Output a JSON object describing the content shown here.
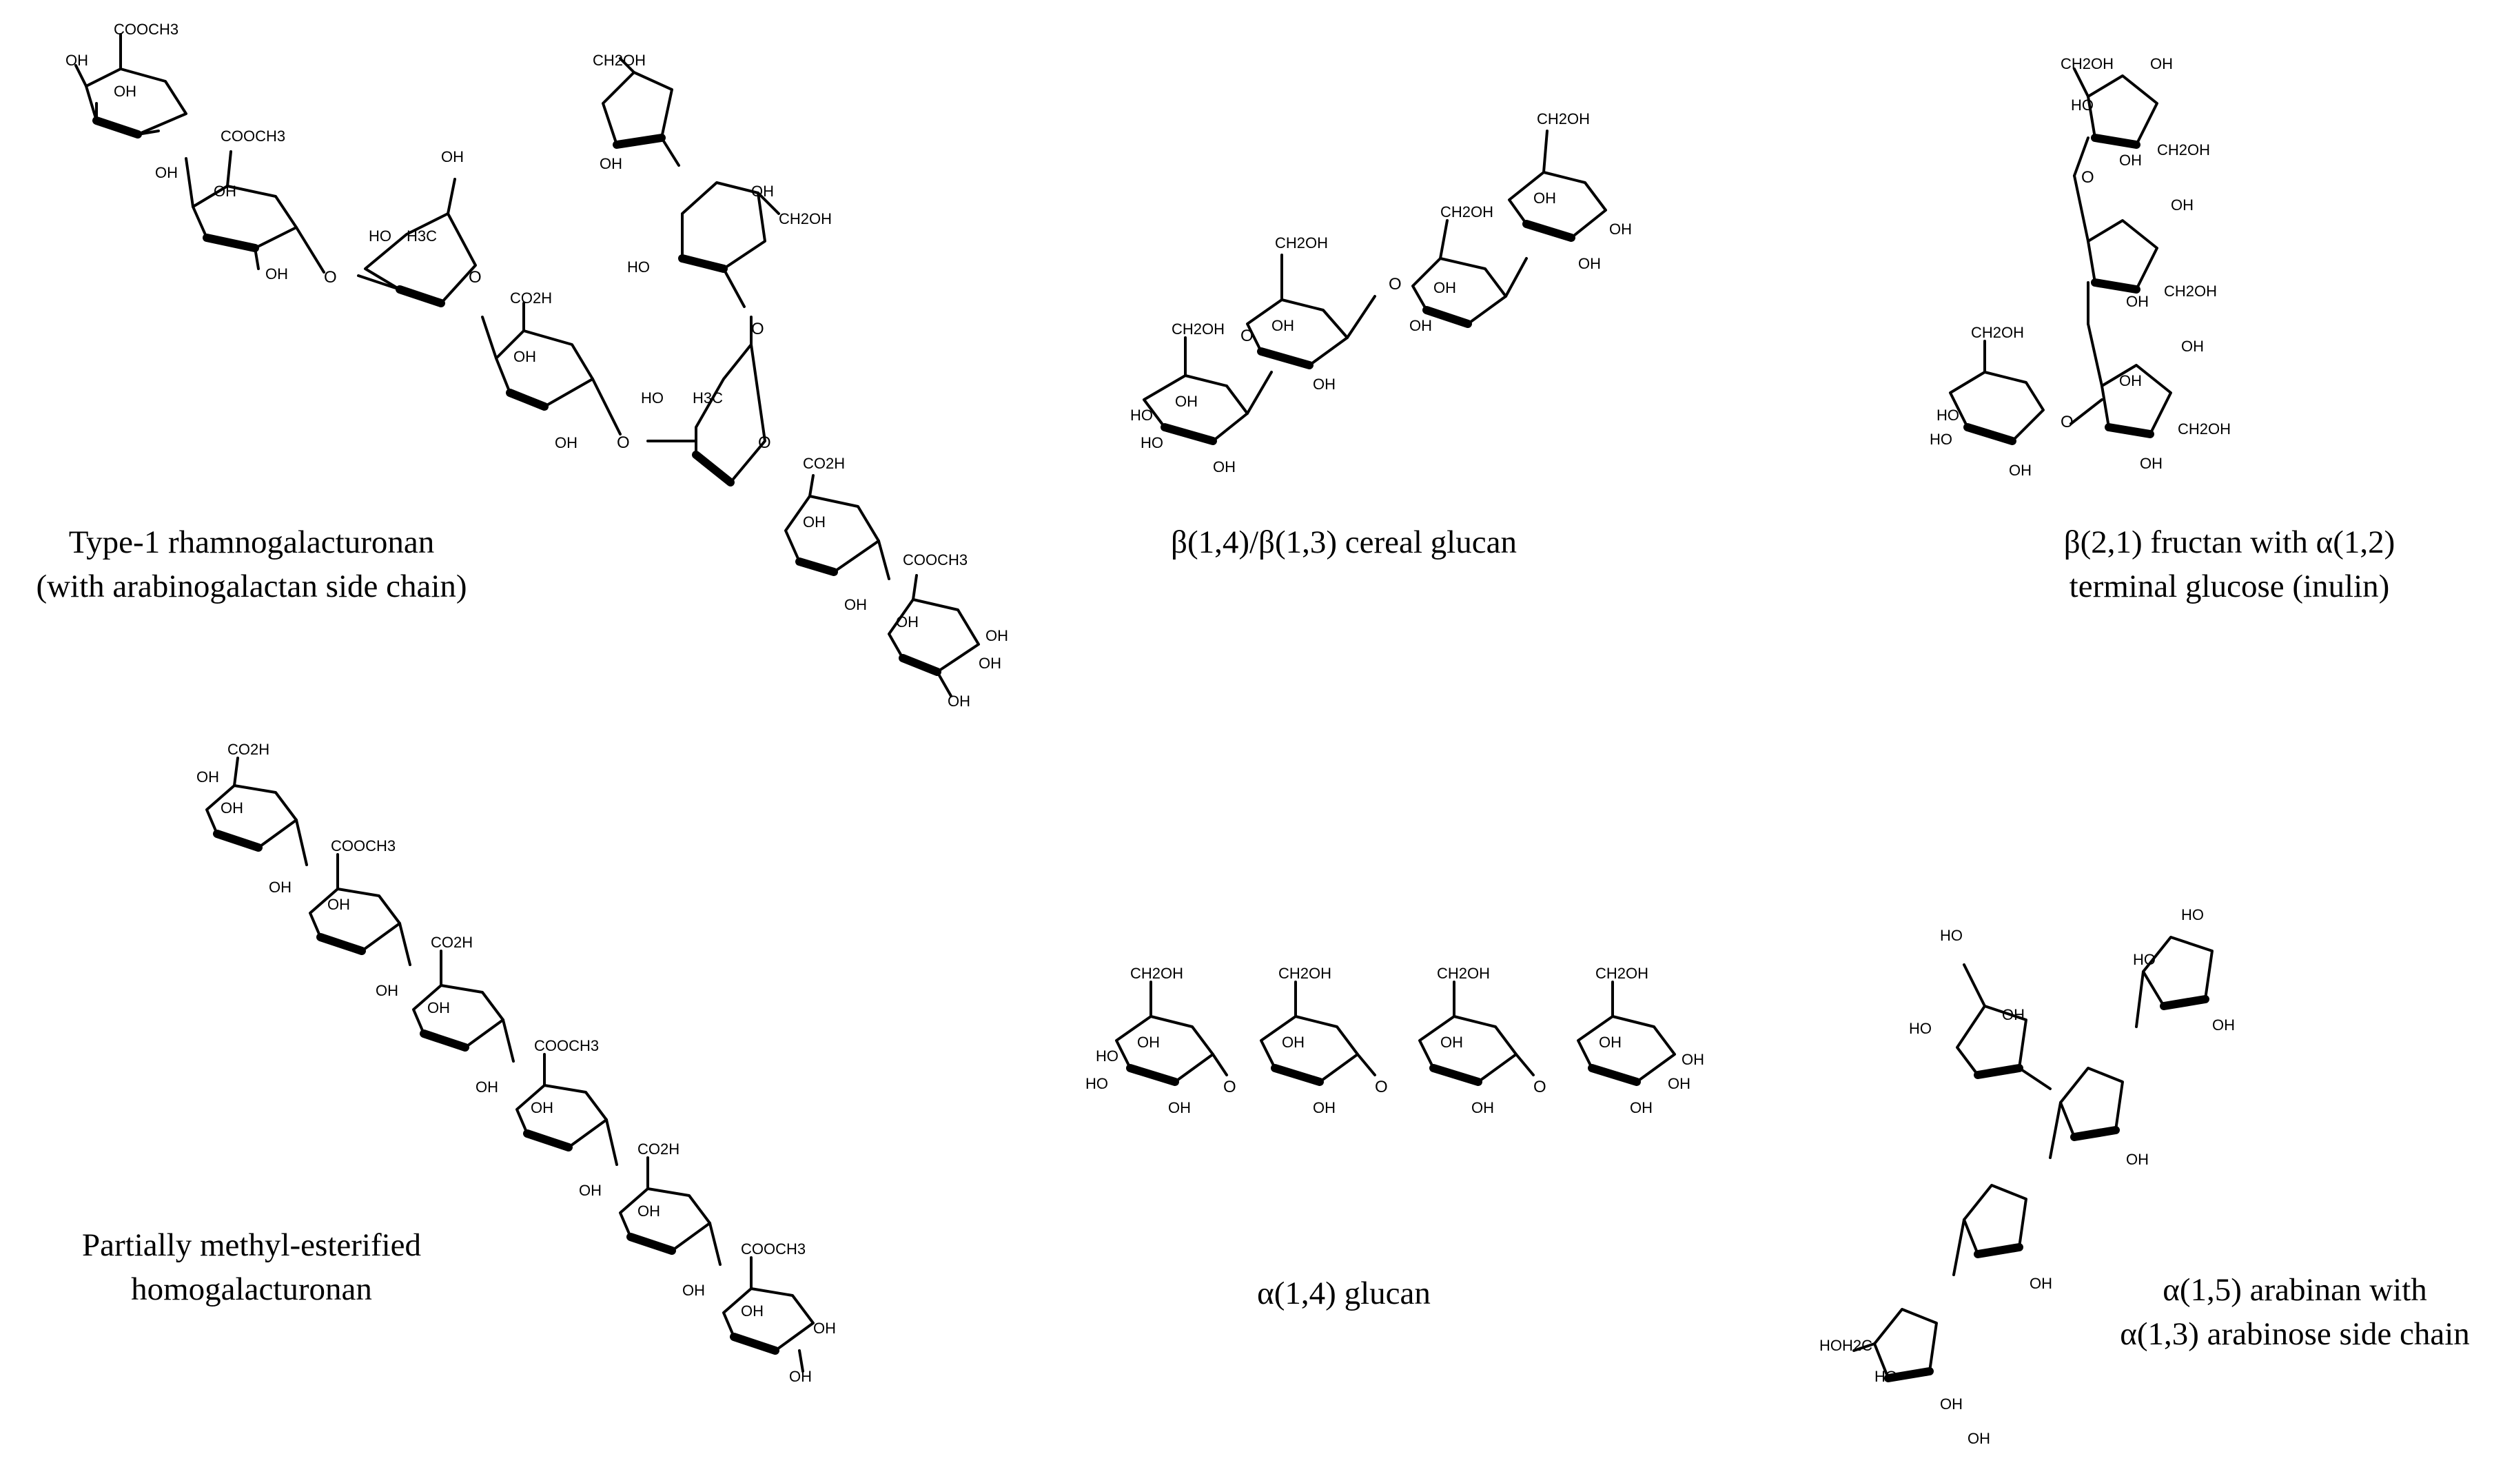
{
  "panels": [
    {
      "id": "type1-rhamnogalacturonan",
      "caption_lines": [
        "Type-1 rhamnogalacturonan",
        "(with arabinogalactan side chain)"
      ],
      "labels": [
        "COOCH3",
        "OH",
        "OH",
        "OH",
        "COOCH3",
        "OH",
        "OH",
        "O",
        "OH",
        "HO",
        "H3C",
        "O",
        "CO2H",
        "OH",
        "OH",
        "O",
        "CH2OH",
        "OH",
        "OH",
        "CH2OH",
        "HO",
        "O",
        "HO",
        "H3C",
        "O",
        "CO2H",
        "OH",
        "OH",
        "COOCH3",
        "OH",
        "OH",
        "OH",
        "OH"
      ]
    },
    {
      "id": "cereal-glucan",
      "caption_lines": [
        "β(1,4)/β(1,3) cereal glucan"
      ],
      "labels": [
        "CH2OH",
        "HO",
        "OH",
        "HO",
        "OH",
        "O",
        "CH2OH",
        "OH",
        "OH",
        "CH2OH",
        "OH",
        "O",
        "OH",
        "CH2OH",
        "OH",
        "OH",
        "OH"
      ]
    },
    {
      "id": "inulin",
      "caption_lines": [
        "β(2,1) fructan with α(1,2)",
        "terminal glucose (inulin)"
      ],
      "labels": [
        "CH2OH",
        "OH",
        "HO",
        "OH",
        "CH2OH",
        "OH",
        "OH",
        "CH2OH",
        "O",
        "CH2OH",
        "OH",
        "HO",
        "HO",
        "OH",
        "OH",
        "CH2OH",
        "O",
        "OH"
      ]
    },
    {
      "id": "homogalacturonan",
      "caption_lines": [
        "Partially methyl-esterified",
        "homogalacturonan"
      ],
      "labels": [
        "CO2H",
        "OH",
        "OH",
        "OH",
        "COOCH3",
        "OH",
        "OH",
        "CO2H",
        "OH",
        "OH",
        "COOCH3",
        "OH",
        "OH",
        "CO2H",
        "OH",
        "OH",
        "COOCH3",
        "OH",
        "OH",
        "OH"
      ]
    },
    {
      "id": "alpha-glucan",
      "caption_lines": [
        "α(1,4) glucan"
      ],
      "labels": [
        "CH2OH",
        "HO",
        "OH",
        "HO",
        "OH",
        "O",
        "CH2OH",
        "OH",
        "OH",
        "O",
        "CH2OH",
        "OH",
        "OH",
        "O",
        "CH2OH",
        "OH",
        "OH",
        "OH",
        "OH"
      ]
    },
    {
      "id": "arabinan",
      "caption_lines": [
        "α(1,5) arabinan with",
        "α(1,3) arabinose side chain"
      ],
      "labels": [
        "HO",
        "HO",
        "OH",
        "HO",
        "HO",
        "OH",
        "OH",
        "OH",
        "HOH2C",
        "HO",
        "OH",
        "OH"
      ]
    }
  ]
}
